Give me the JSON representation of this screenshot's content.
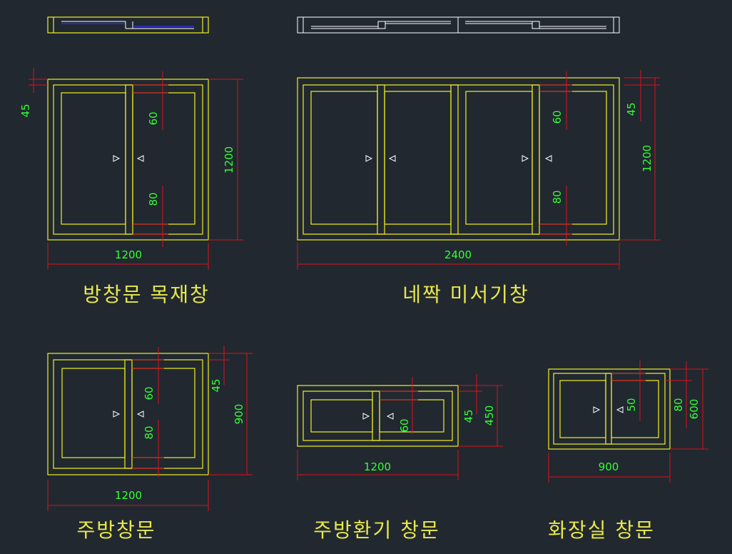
{
  "titles": {
    "room_window": "방창문 목재창",
    "four_slide": "네짝 미서기창",
    "kitchen": "주방창문",
    "kitchen_vent": "주방환기 창문",
    "bathroom": "화장실 창문"
  },
  "dims": {
    "w1_width": "1200",
    "w1_height": "1200",
    "w1_top": "45",
    "w1_rail_top": "60",
    "w1_rail_bottom": "80",
    "w2_width": "2400",
    "w2_height": "1200",
    "w2_top": "45",
    "w2_rail_top": "60",
    "w2_rail_bottom": "80",
    "w3_width": "1200",
    "w3_height": "900",
    "w3_top": "45",
    "w3_rail_top": "60",
    "w3_rail_bottom": "80",
    "w4_width": "1200",
    "w4_height": "450",
    "w4_top": "45",
    "w4_rail": "60",
    "w5_width": "900",
    "w5_height": "600",
    "w5_top": "80",
    "w5_rail": "50"
  },
  "colors": {
    "background": "#212830",
    "frame": "#f0f020",
    "dimension_line": "#e0101a",
    "dimension_text": "#33ff33",
    "title_text": "#e8e84a"
  }
}
